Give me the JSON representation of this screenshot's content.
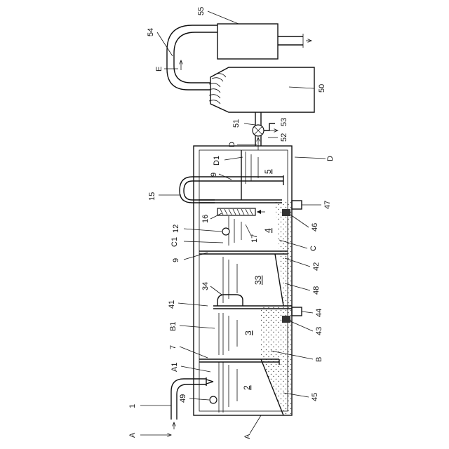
{
  "labels": {
    "l1": "1",
    "A_in": "A",
    "l49": "49",
    "A1": "A1",
    "l7": "7",
    "B1": "B1",
    "l41": "41",
    "l34": "34",
    "l9a": "9",
    "C1": "C1",
    "l12": "12",
    "l16": "16",
    "l15": "15",
    "l9b": "9",
    "D1": "D1",
    "D_top": "D",
    "D_right": "D",
    "l52": "52",
    "l53": "53",
    "l51": "51",
    "l50": "50",
    "l55": "55",
    "l54": "54",
    "E": "E",
    "l47": "47",
    "l46": "46",
    "C": "C",
    "l42": "42",
    "l48": "48",
    "l44": "44",
    "l43": "43",
    "B": "B",
    "l45": "45",
    "A_bottom": "A",
    "l17": "17",
    "room2": "2",
    "room3": "3",
    "room33": "33",
    "room4": "4",
    "room5": "5"
  }
}
